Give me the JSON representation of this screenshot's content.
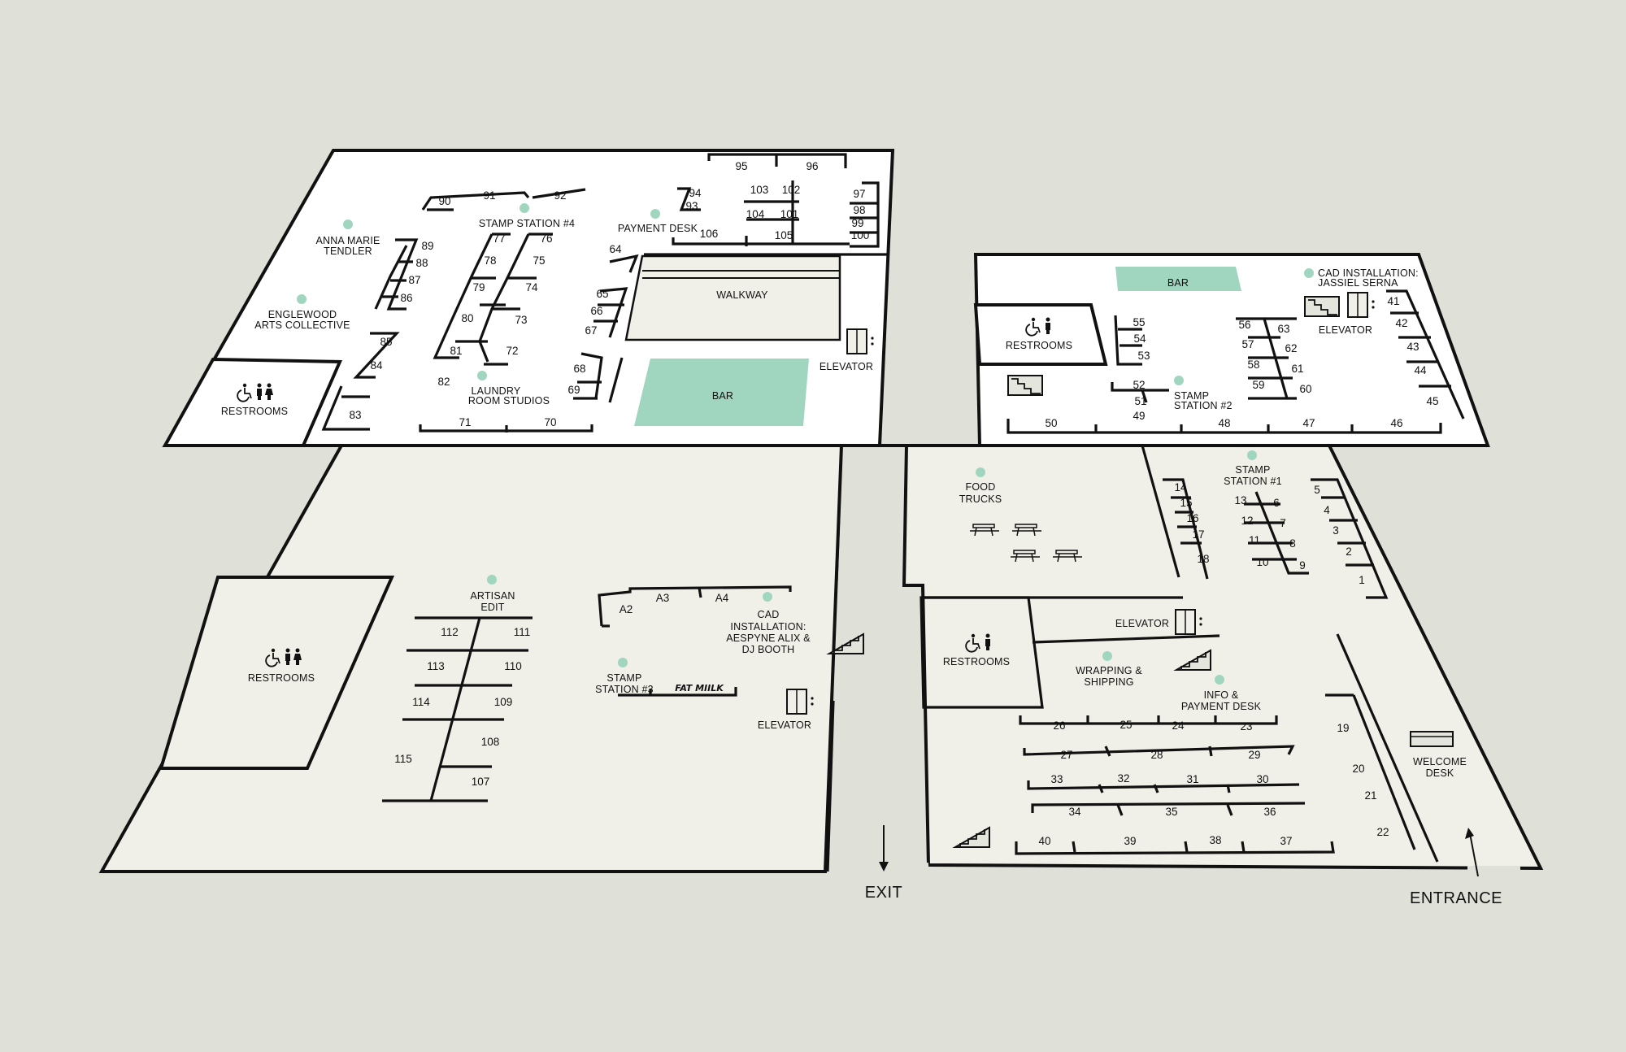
{
  "colors": {
    "background": "#dfe0d8",
    "floor": "#f1f0e8",
    "accent": "#a0d6bf",
    "line": "#111111"
  },
  "booths": [
    {
      "n": "1"
    },
    {
      "n": "2"
    },
    {
      "n": "3"
    },
    {
      "n": "4"
    },
    {
      "n": "5"
    },
    {
      "n": "6"
    },
    {
      "n": "7"
    },
    {
      "n": "8"
    },
    {
      "n": "9"
    },
    {
      "n": "10"
    },
    {
      "n": "11"
    },
    {
      "n": "12"
    },
    {
      "n": "13"
    },
    {
      "n": "14"
    },
    {
      "n": "15"
    },
    {
      "n": "16"
    },
    {
      "n": "17"
    },
    {
      "n": "18"
    },
    {
      "n": "19"
    },
    {
      "n": "20"
    },
    {
      "n": "21"
    },
    {
      "n": "22"
    },
    {
      "n": "23"
    },
    {
      "n": "24"
    },
    {
      "n": "25"
    },
    {
      "n": "26"
    },
    {
      "n": "27"
    },
    {
      "n": "28"
    },
    {
      "n": "29"
    },
    {
      "n": "30"
    },
    {
      "n": "31"
    },
    {
      "n": "32"
    },
    {
      "n": "33"
    },
    {
      "n": "34"
    },
    {
      "n": "35"
    },
    {
      "n": "36"
    },
    {
      "n": "37"
    },
    {
      "n": "38"
    },
    {
      "n": "39"
    },
    {
      "n": "40"
    },
    {
      "n": "41"
    },
    {
      "n": "42"
    },
    {
      "n": "43"
    },
    {
      "n": "44"
    },
    {
      "n": "45"
    },
    {
      "n": "46"
    },
    {
      "n": "47"
    },
    {
      "n": "48"
    },
    {
      "n": "49"
    },
    {
      "n": "50"
    },
    {
      "n": "51"
    },
    {
      "n": "52"
    },
    {
      "n": "53"
    },
    {
      "n": "54"
    },
    {
      "n": "55"
    },
    {
      "n": "56"
    },
    {
      "n": "57"
    },
    {
      "n": "58"
    },
    {
      "n": "59"
    },
    {
      "n": "60"
    },
    {
      "n": "61"
    },
    {
      "n": "62"
    },
    {
      "n": "63"
    },
    {
      "n": "64"
    },
    {
      "n": "65"
    },
    {
      "n": "66"
    },
    {
      "n": "67"
    },
    {
      "n": "68"
    },
    {
      "n": "69"
    },
    {
      "n": "70"
    },
    {
      "n": "71"
    },
    {
      "n": "72"
    },
    {
      "n": "73"
    },
    {
      "n": "74"
    },
    {
      "n": "75"
    },
    {
      "n": "76"
    },
    {
      "n": "77"
    },
    {
      "n": "78"
    },
    {
      "n": "79"
    },
    {
      "n": "80"
    },
    {
      "n": "81"
    },
    {
      "n": "82"
    },
    {
      "n": "83"
    },
    {
      "n": "84"
    },
    {
      "n": "85"
    },
    {
      "n": "86"
    },
    {
      "n": "87"
    },
    {
      "n": "88"
    },
    {
      "n": "89"
    },
    {
      "n": "90"
    },
    {
      "n": "91"
    },
    {
      "n": "92"
    },
    {
      "n": "93"
    },
    {
      "n": "94"
    },
    {
      "n": "95"
    },
    {
      "n": "96"
    },
    {
      "n": "97"
    },
    {
      "n": "98"
    },
    {
      "n": "99"
    },
    {
      "n": "100"
    },
    {
      "n": "101"
    },
    {
      "n": "102"
    },
    {
      "n": "103"
    },
    {
      "n": "104"
    },
    {
      "n": "105"
    },
    {
      "n": "106"
    },
    {
      "n": "107"
    },
    {
      "n": "108"
    },
    {
      "n": "109"
    },
    {
      "n": "110"
    },
    {
      "n": "111"
    },
    {
      "n": "112"
    },
    {
      "n": "113"
    },
    {
      "n": "114"
    },
    {
      "n": "115"
    },
    {
      "n": "A2"
    },
    {
      "n": "A3"
    },
    {
      "n": "A4"
    }
  ],
  "places": {
    "anna": [
      "ANNA MARIE",
      "TENDLER"
    ],
    "englewood": [
      "ENGLEWOOD",
      "ARTS COLLECTIVE"
    ],
    "stamp4": [
      "STAMP STATION #4"
    ],
    "payment": [
      "PAYMENT DESK"
    ],
    "laundry": [
      "LAUNDRY",
      "ROOM STUDIOS"
    ],
    "walkway": [
      "WALKWAY"
    ],
    "bar_upper_left": [
      "BAR"
    ],
    "bar_upper_right": [
      "BAR"
    ],
    "elevator_ul": [
      "ELEVATOR"
    ],
    "elevator_ur": [
      "ELEVATOR"
    ],
    "elevator_ll": [
      "ELEVATOR"
    ],
    "elevator_lr": [
      "ELEVATOR"
    ],
    "restrooms_ul": [
      "RESTROOMS"
    ],
    "restrooms_ur": [
      "RESTROOMS"
    ],
    "restrooms_ll": [
      "RESTROOMS"
    ],
    "restrooms_lr": [
      "RESTROOMS"
    ],
    "cad_jassiel": [
      "CAD INSTALLATION:",
      "JASSIEL SERNA"
    ],
    "stamp2": [
      "STAMP",
      "STATION #2"
    ],
    "food_trucks": [
      "FOOD",
      "TRUCKS"
    ],
    "stamp1": [
      "STAMP",
      "STATION #1"
    ],
    "artisan": [
      "ARTISAN",
      "EDIT"
    ],
    "cad_aespyne": [
      "CAD",
      "INSTALLATION:",
      "AESPYNE ALIX &",
      "DJ BOOTH"
    ],
    "stamp3": [
      "STAMP",
      "STATION #3"
    ],
    "fatmilk": [
      "FAT MIILK"
    ],
    "wrapping": [
      "WRAPPING &",
      "SHIPPING"
    ],
    "info": [
      "INFO &",
      "PAYMENT DESK"
    ],
    "welcome": [
      "WELCOME",
      "DESK"
    ]
  },
  "exit_label": "EXIT",
  "entrance_label": "ENTRANCE"
}
